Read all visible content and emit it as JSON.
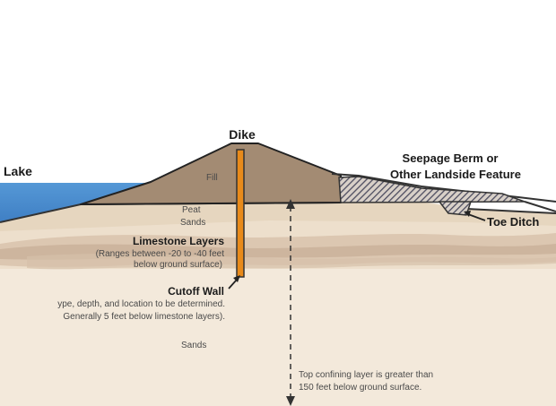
{
  "labels": {
    "dike": "Dike",
    "lake": "Lake",
    "seepage_line1": "Seepage Berm or",
    "seepage_line2": "Other Landside Feature",
    "fill": "Fill",
    "peat": "Peat",
    "sands_upper": "Sands",
    "toe_ditch": "Toe Ditch",
    "limestone_title": "Limestone Layers",
    "limestone_note1": "(Ranges between -20 to -40 feet",
    "limestone_note2": "below ground surface)",
    "cutoff_title": "Cutoff Wall",
    "cutoff_note1": "ype, depth, and location to be determined.",
    "cutoff_note2": "Generally 5 feet below limestone layers).",
    "sands_lower": "Sands",
    "confining_note1": "Top confining layer is greater than",
    "confining_note2": "150 feet below ground surface."
  },
  "colors": {
    "water": "#4a8fd0",
    "dike_fill": "#a08a74",
    "peat": "#e9dcc9",
    "sands": "#f0e4d4",
    "limestone": "#cdb6a0",
    "cutoff_wall": "#e88a1a",
    "berm_hatch": "#5a5a6e"
  }
}
